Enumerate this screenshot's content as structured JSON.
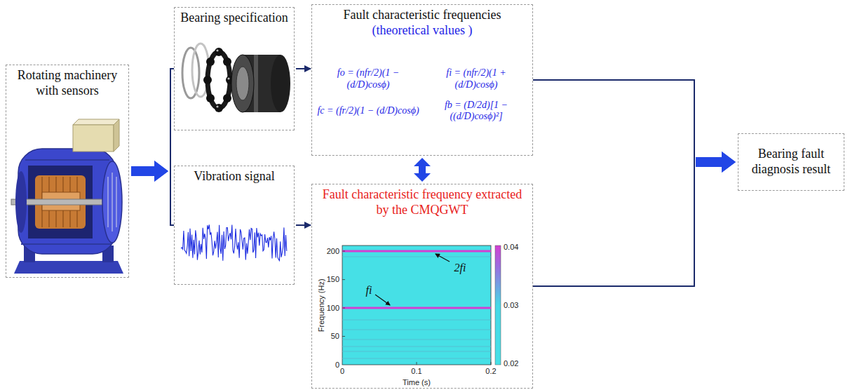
{
  "diagram": {
    "nodes": [
      {
        "text": [
          "Rotating machinery with sensors"
        ]
      },
      {
        "text": [
          "Bearing specification"
        ]
      },
      {
        "text": [
          "Vibration signal"
        ]
      },
      {
        "text": [
          "Fault characteristic frequencies",
          "(theoretical values )",
          "fo = (nfr/2)(1 − (d/D)cosϕ)",
          "fi = (nfr/2)(1 + (d/D)cosϕ)",
          "fc = (fr/2)(1 − (d/D)cosϕ)",
          "fb = (D/2d)[1 − ((d/D)cosϕ)²]"
        ]
      },
      {
        "text": [
          "Fault characteristic frequency extracted by the CMQGWT"
        ]
      },
      {
        "text": [
          "Bearing fault diagnosis result"
        ]
      }
    ],
    "edges": [
      {
        "from": 0,
        "to": 1,
        "arrow": "to"
      },
      {
        "from": 0,
        "to": 2,
        "arrow": "to"
      },
      {
        "from": 1,
        "to": 3,
        "arrow": "to"
      },
      {
        "from": 2,
        "to": 4,
        "arrow": "to"
      },
      {
        "from": 3,
        "to": 4,
        "arrow": "both"
      },
      {
        "from": 3,
        "to": 5,
        "arrow": "to"
      },
      {
        "from": 4,
        "to": 5,
        "arrow": "to"
      }
    ],
    "labels": [
      "200",
      "150",
      "100",
      "50",
      "0",
      "0",
      "0.1",
      "0.2",
      "Frequency (Hz)",
      "Time (s)",
      "0.04",
      "0.03",
      "0.02",
      "2fi",
      "fi"
    ]
  }
}
